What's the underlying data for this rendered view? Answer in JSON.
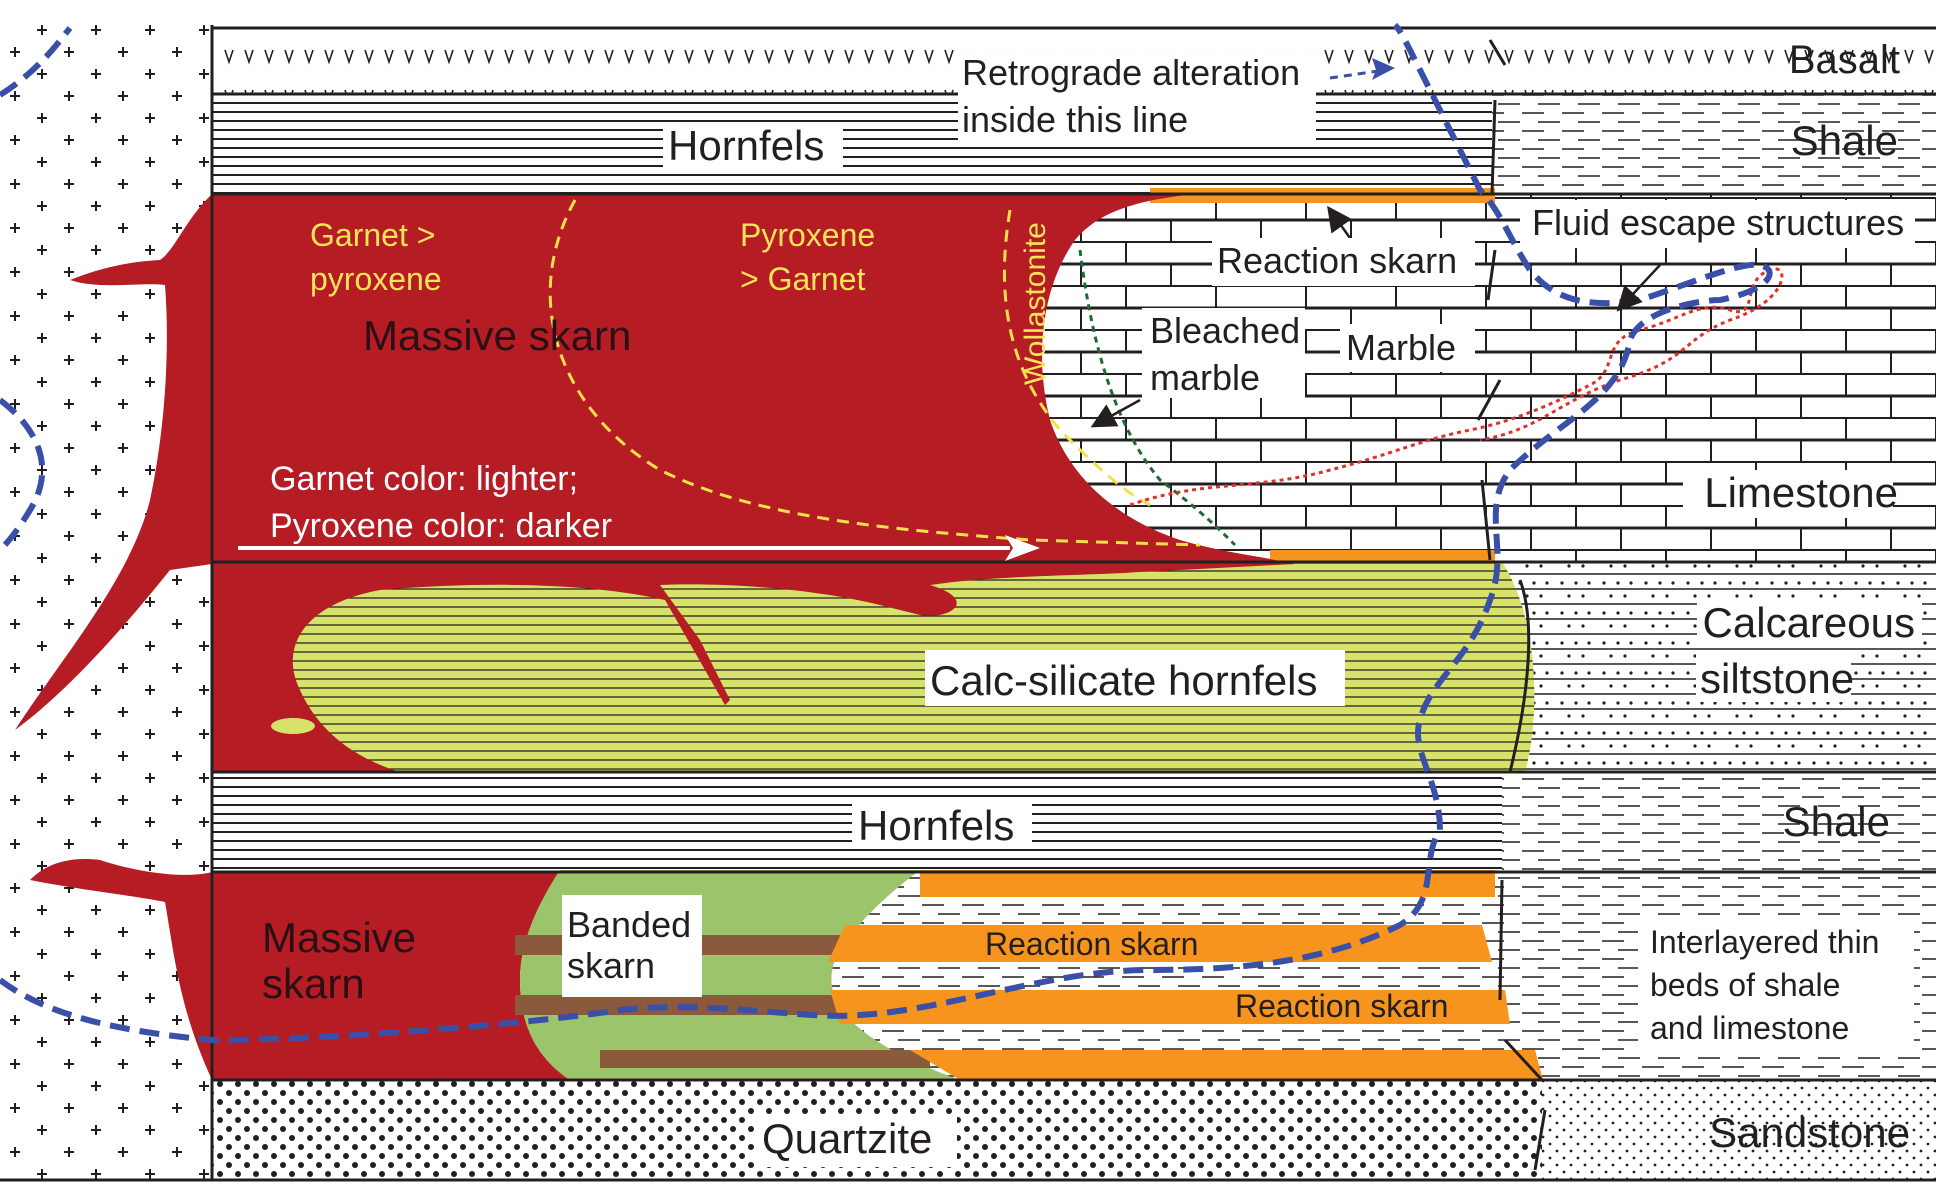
{
  "colors": {
    "massive_skarn": "#b51c24",
    "reaction_skarn": "#f7941d",
    "calc_silicate": "#d7e26b",
    "banded_green": "#9bc46b",
    "banded_brown": "#8b5a3c",
    "fluid_line": "#3a4fa8",
    "fluid_escape": "#e0302a",
    "garnet_front": "#f2e14d",
    "wollastonite_front": "#1f6b35",
    "line": "#231f20"
  },
  "rock_units": {
    "basalt": "Basalt",
    "shale_top": "Shale",
    "limestone": "Limestone",
    "calcareous_1": "Calcareous",
    "calcareous_2": "siltstone",
    "shale_mid": "Shale",
    "interlayered_1": "Interlayered thin",
    "interlayered_2": "beds of shale",
    "interlayered_3": "and limestone",
    "sandstone": "Sandstone"
  },
  "labels": {
    "retrograde_1": "Retrograde alteration",
    "retrograde_2": "inside this line",
    "hornfels_top": "Hornfels",
    "garnet_gt_pyroxene_1": "Garnet >",
    "garnet_gt_pyroxene_2": "pyroxene",
    "pyroxene_gt_garnet_1": "Pyroxene",
    "pyroxene_gt_garnet_2": "> Garnet",
    "wollastonite": "Wollastonite",
    "massive_skarn_upper": "Massive skarn",
    "reaction_skarn_upper": "Reaction skarn",
    "fluid_escape": "Fluid escape structures",
    "bleached_1": "Bleached",
    "bleached_2": "marble",
    "marble": "Marble",
    "color_note_1": "Garnet color: lighter;",
    "color_note_2": "Pyroxene color: darker",
    "calc_silicate_hornfels": "Calc-silicate hornfels",
    "hornfels_mid": "Hornfels",
    "massive_skarn_lower_1": "Massive",
    "massive_skarn_lower_2": "skarn",
    "banded_1": "Banded",
    "banded_2": "skarn",
    "reaction_skarn_lower_1": "Reaction skarn",
    "reaction_skarn_lower_2": "Reaction skarn",
    "quartzite": "Quartzite"
  }
}
